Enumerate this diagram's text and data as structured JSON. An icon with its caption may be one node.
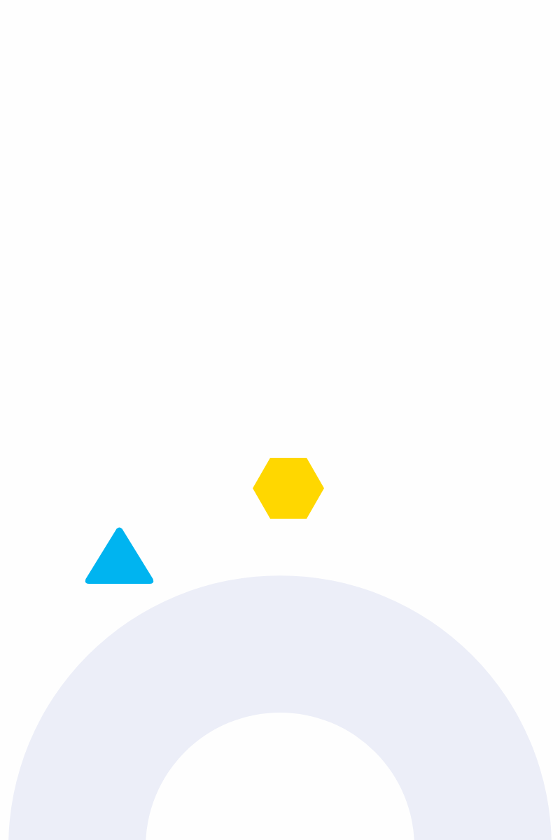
{
  "diagram": {
    "nodes": [
      {
        "text": [],
        "shape": "hexagon"
      },
      {
        "text": [],
        "shape": "triangle"
      },
      {
        "text": [],
        "shape": "ring"
      }
    ]
  }
}
